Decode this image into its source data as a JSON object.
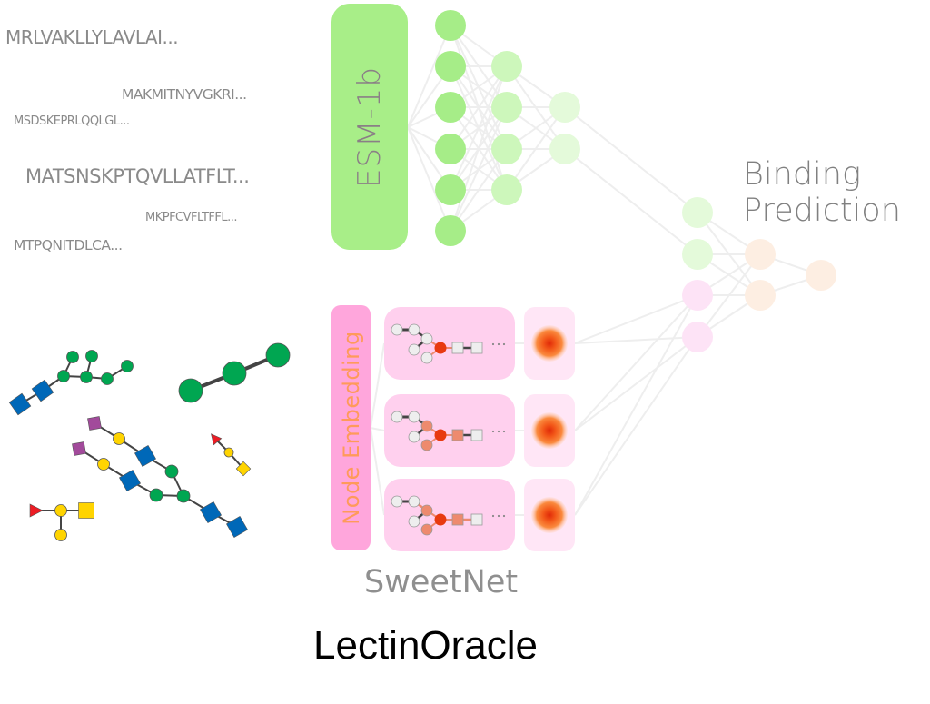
{
  "protein_sequences": [
    "MRLVAKLLYLAVLAI...",
    "MAKMITNYVGKRI...",
    "MSDSKEPRLQQLGL...",
    "MATSNSKPTQVLLATFLT...",
    "MKPFCVFLTFFL...",
    "MTPQNITDLCA..."
  ],
  "labels": {
    "esm": "ESM-1b",
    "node_embedding": "Node Embedding",
    "binding_line1": "Binding",
    "binding_line2": "Prediction",
    "sweetnet": "SweetNet",
    "title": "LectinOracle"
  },
  "colors": {
    "esm_box": "#a8ee88",
    "esm_nodes": "#a6ed88",
    "hidden_green_1": "#cdf7bb",
    "hidden_green_2": "#e4fada",
    "node_embedding_box": "#ffa6dc",
    "sweetnet_box": "#ffd0ee",
    "pool_box": "#ffe6f6",
    "pink_node": "#fde3f6",
    "peach_node": "#fdeee2",
    "edge": "#eeeeee",
    "glycan_blue": "#0068b8",
    "glycan_green": "#00a651",
    "glycan_yellow": "#ffd400",
    "glycan_purple": "#a24a9b",
    "glycan_red": "#ed1c24",
    "hot_node": "#e83a10",
    "salmon_node": "#ee8a6e"
  },
  "network": {
    "protein_layers": [
      6,
      4,
      2
    ],
    "combined_layers": [
      4,
      2,
      1
    ],
    "sweetnet_convolution_blocks": 3,
    "sweetnet_highlight_levels": [
      0,
      1,
      2
    ]
  },
  "glycans": [
    {
      "name": "high-mannose-glycan",
      "residues": [
        "GlcNAc",
        "GlcNAc",
        "Man",
        "Man",
        "Man",
        "Man",
        "Man",
        "Man"
      ]
    },
    {
      "name": "tri-glucose-chain",
      "residues": [
        "Glc",
        "Glc",
        "Glc"
      ]
    },
    {
      "name": "sialylated-biantennary-glycan",
      "residues": [
        "Neu5Ac",
        "Gal",
        "GlcNAc",
        "Man",
        "Neu5Ac",
        "Gal",
        "GlcNAc",
        "Man",
        "Man",
        "GlcNAc",
        "GlcNAc"
      ]
    },
    {
      "name": "fucosylated-trisaccharide",
      "residues": [
        "Fuc",
        "Gal",
        "GalNAc"
      ]
    },
    {
      "name": "branched-fucosylated-glycan",
      "residues": [
        "Fuc",
        "Gal",
        "GalNAc",
        "Gal"
      ]
    }
  ]
}
